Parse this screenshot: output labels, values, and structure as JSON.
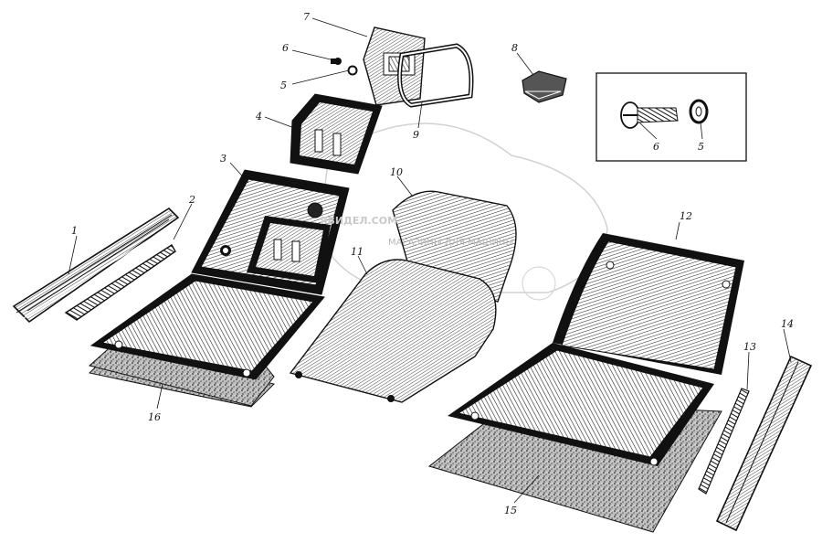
{
  "labels": {
    "l1": "1",
    "l2": "2",
    "l3": "3",
    "l4": "4",
    "l5a": "5",
    "l5b": "5",
    "l6a": "6",
    "l6b": "6",
    "l7": "7",
    "l8": "8",
    "l9": "9",
    "l10": "10",
    "l11": "11",
    "l12": "12",
    "l13": "13",
    "l14": "14",
    "l15": "15",
    "l16": "16"
  },
  "watermark": {
    "brand": "ЯBИДEЛ.COM",
    "tagline": "МАГАЗИНЫ ДЛЯ МАШИНЫ"
  },
  "colors": {
    "ink": "#111111",
    "paper": "#ffffff",
    "watermark": "#c9c9c9"
  }
}
